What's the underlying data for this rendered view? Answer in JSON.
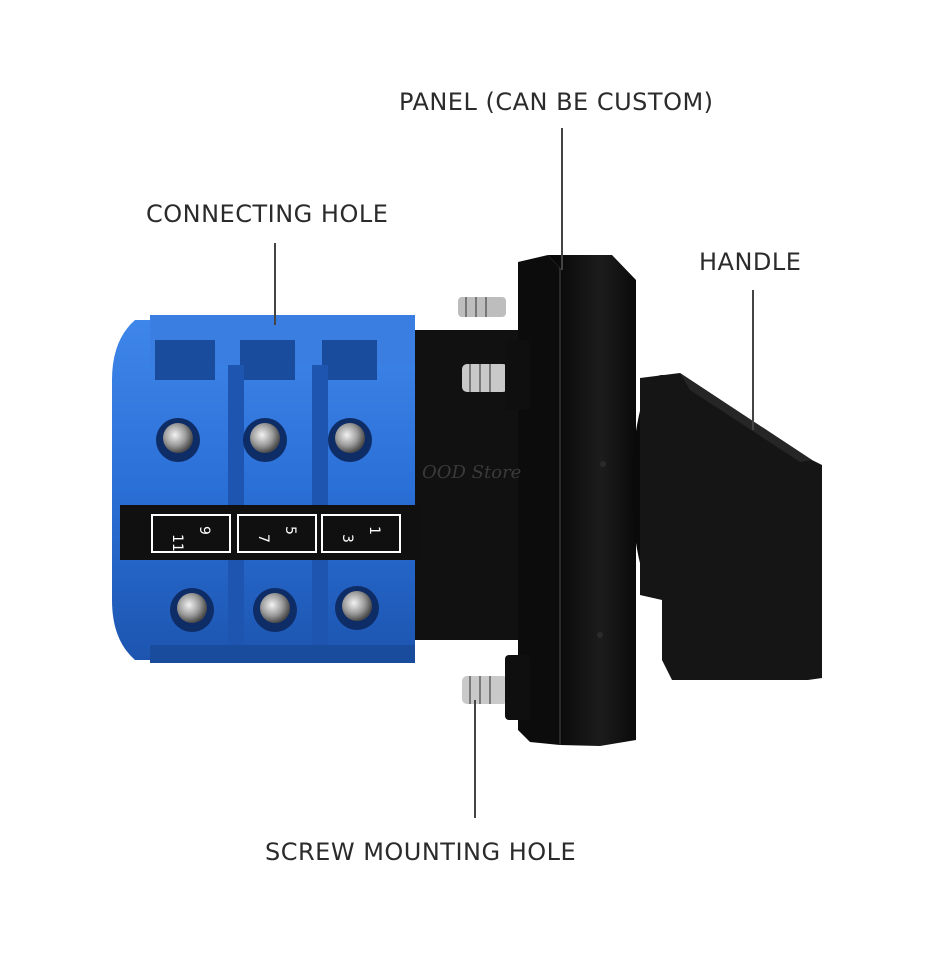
{
  "callouts": {
    "panel": "PANEL (CAN BE CUSTOM)",
    "connecting_hole": "CONNECTING HOLE",
    "handle": "HANDLE",
    "screw_mounting_hole": "SCREW MOUNTING HOLE"
  },
  "terminal_markings": {
    "top": [
      "9",
      "5",
      "1"
    ],
    "bottom": [
      "11",
      "7",
      "3"
    ]
  },
  "watermark": "OOD Store",
  "colors": {
    "body_blue": "#2a6fd6",
    "body_blue_dark": "#1b4fa8",
    "black_plastic": "#111111",
    "label_text": "#2b2b2b"
  }
}
